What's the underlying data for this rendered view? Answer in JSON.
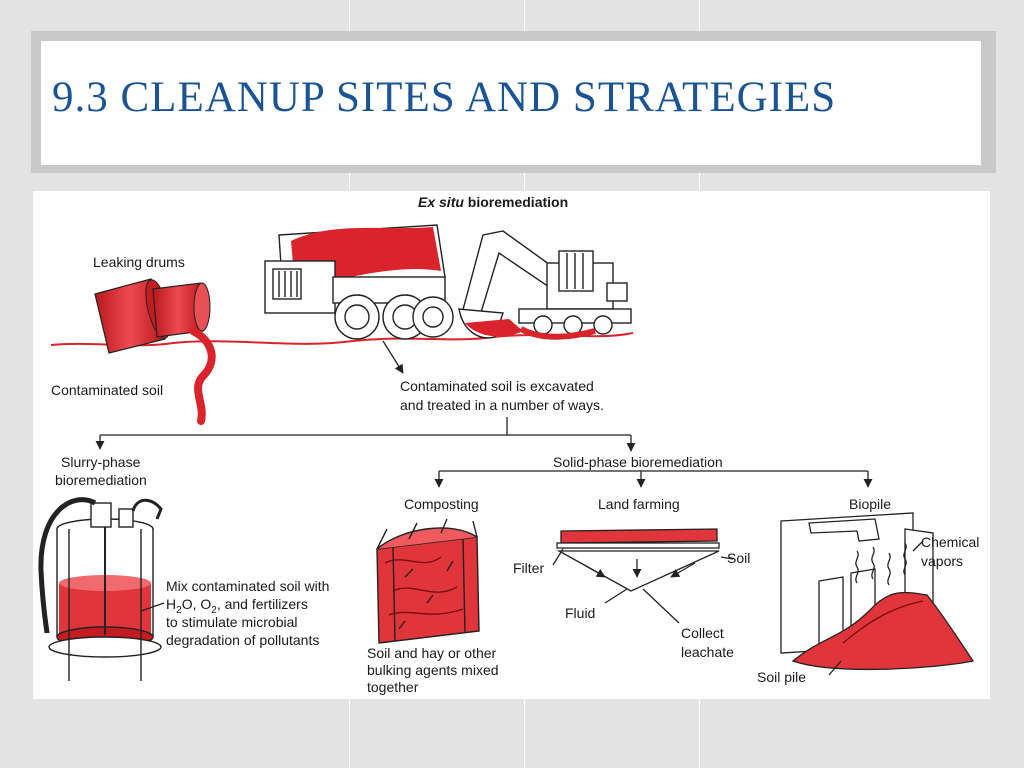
{
  "slide": {
    "title": "9.3  CLEANUP SITES AND STRATEGIES"
  },
  "colors": {
    "title": "#1b5494",
    "contaminant_red": "#d8242a",
    "line": "#222222",
    "background": "#e3e3e3"
  },
  "figure": {
    "heading_italic": "Ex situ",
    "heading_rest": " bioremediation",
    "leaking_drums": "Leaking drums",
    "contaminated_soil": "Contaminated soil",
    "excavated_line1": "Contaminated soil is excavated",
    "excavated_line2": "and treated in a number of ways.",
    "slurry_line1": "Slurry-phase",
    "slurry_line2": "bioremediation",
    "solid_phase": "Solid-phase bioremediation",
    "composting": "Composting",
    "land_farming": "Land farming",
    "biopile": "Biopile",
    "mix_line1": "Mix contaminated soil with",
    "mix_h": "H",
    "mix_2a": "2",
    "mix_o": "O, O",
    "mix_2b": "2",
    "mix_end": ", and fertilizers",
    "mix_line3": "to stimulate microbial",
    "mix_line4": "degradation of pollutants",
    "compost_line1": "Soil and hay or other",
    "compost_line2": "bulking agents mixed",
    "compost_line3": "together",
    "filter": "Filter",
    "soil": "Soil",
    "fluid": "Fluid",
    "collect_line1": "Collect",
    "collect_line2": "leachate",
    "chemical_line1": "Chemical",
    "chemical_line2": "vapors",
    "soil_pile": "Soil pile"
  }
}
